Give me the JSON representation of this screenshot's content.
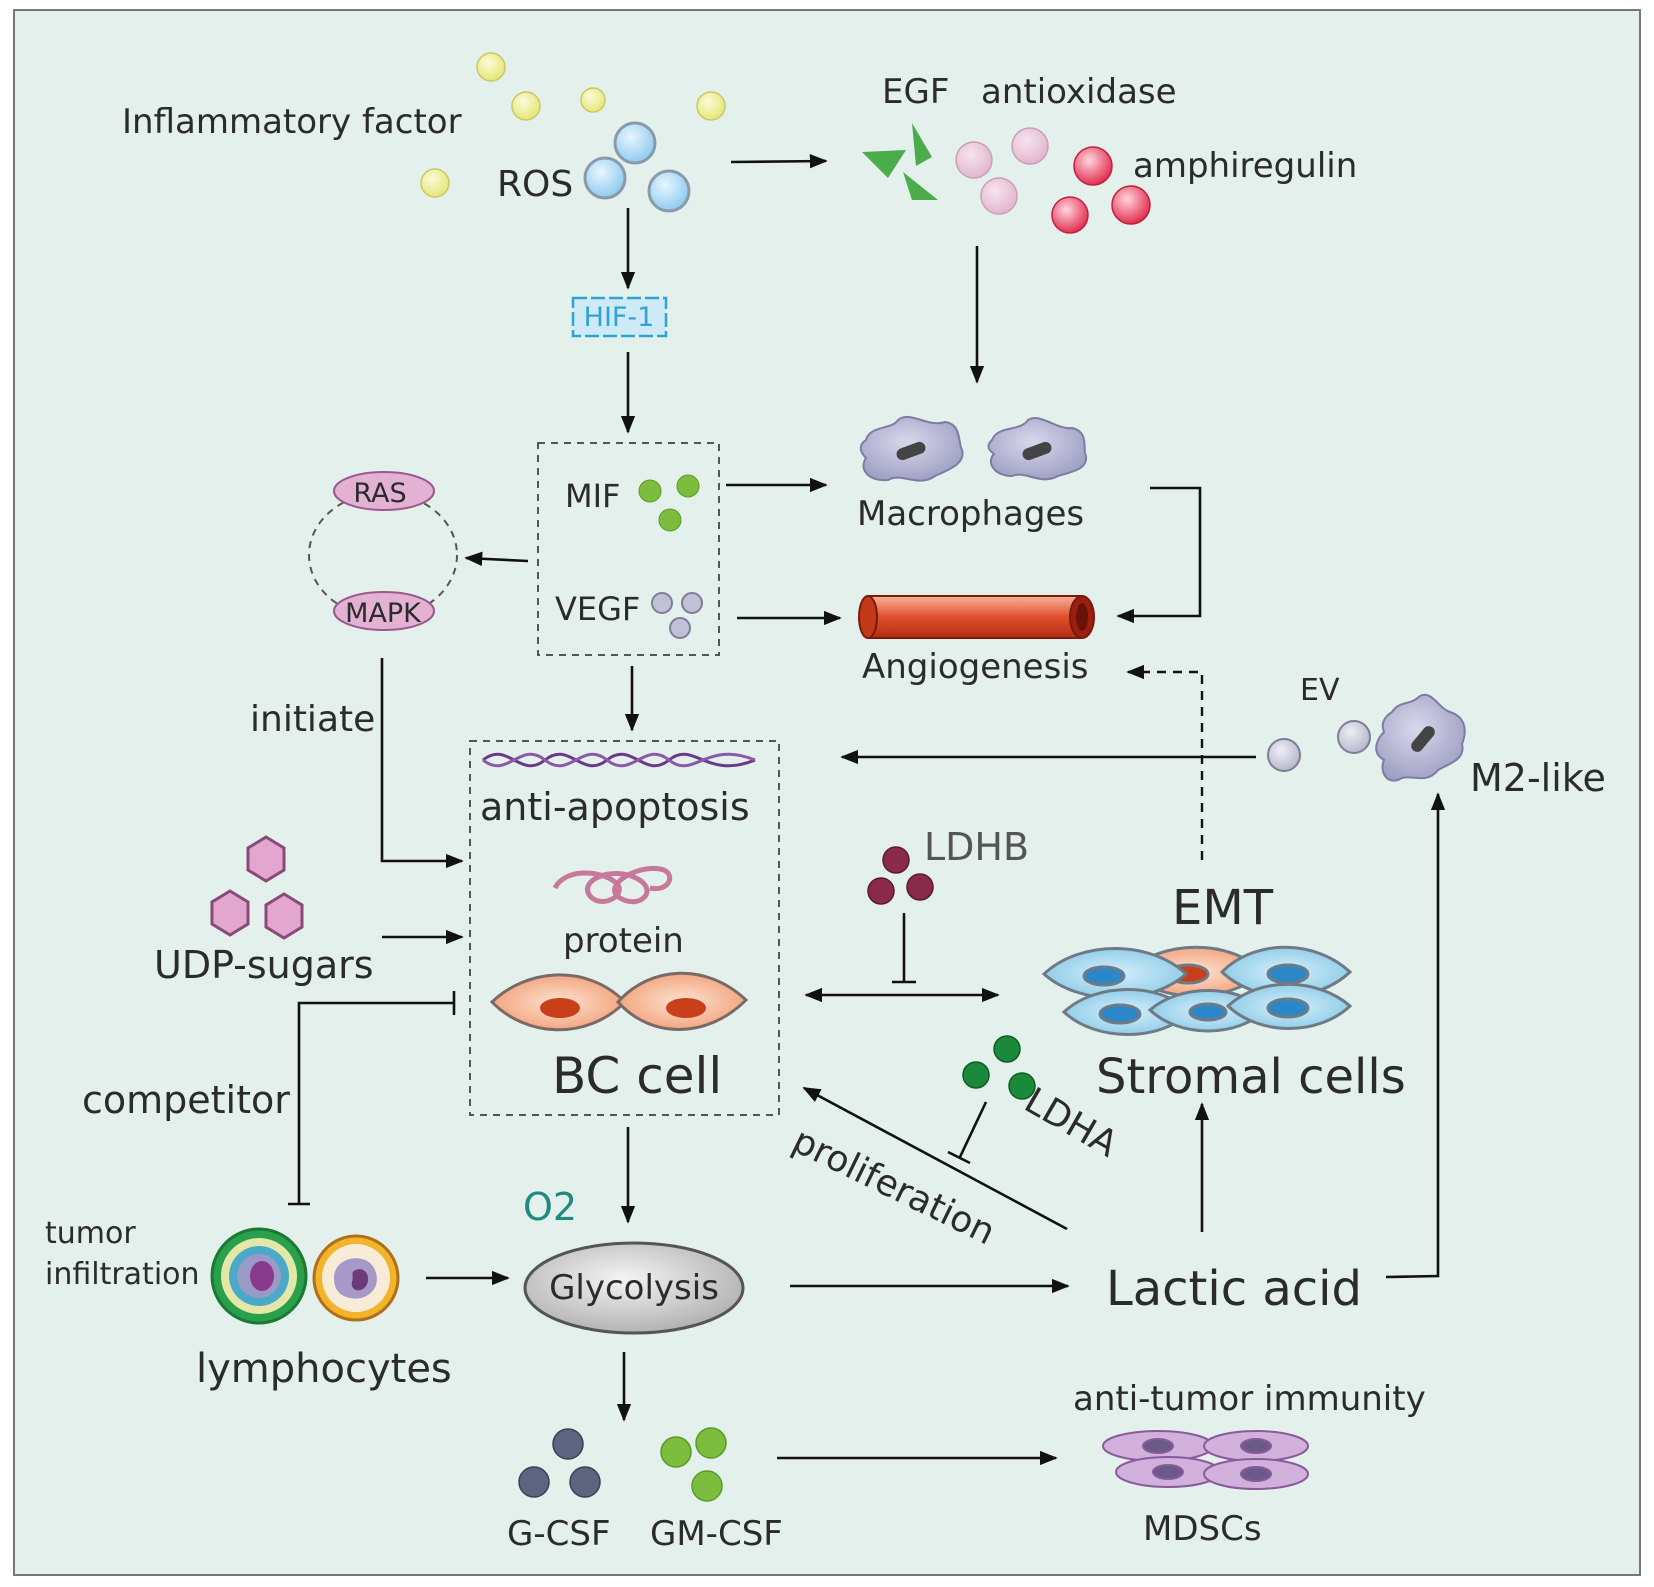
{
  "colors": {
    "background": "#e4f0ec",
    "arrow": "#111111",
    "hif1": "#2fa3d6",
    "o2": "#1f8a80"
  },
  "labels": {
    "inflammatory_factor": "Inflammatory factor",
    "ros": "ROS",
    "egf": "EGF",
    "antioxidase": "antioxidase",
    "amphiregulin": "amphiregulin",
    "hif1": "HIF-1",
    "mif": "MIF",
    "vegf": "VEGF",
    "ras": "RAS",
    "mapk": "MAPK",
    "macrophages": "Macrophages",
    "angiogenesis": "Angiogenesis",
    "ev": "EV",
    "m2_like": "M2-like",
    "initiate": "initiate",
    "anti_apoptosis": "anti-apoptosis",
    "protein": "protein",
    "bc_cell": "BC cell",
    "udp_sugars": "UDP-sugars",
    "competitor": "competitor",
    "ldhb": "LDHB",
    "emt": "EMT",
    "stromal_cells": "Stromal cells",
    "ldha": "LDHA",
    "proliferation": "proliferation",
    "o2": "O2",
    "glycolysis": "Glycolysis",
    "lactic_acid": "Lactic acid",
    "tumor_infiltration_line1": "tumor",
    "tumor_infiltration_line2": "infiltration",
    "lymphocytes": "lymphocytes",
    "anti_tumor_immunity": "anti-tumor immunity",
    "mdscs": "MDSCs",
    "g_csf": "G-CSF",
    "gm_csf": "GM-CSF"
  }
}
